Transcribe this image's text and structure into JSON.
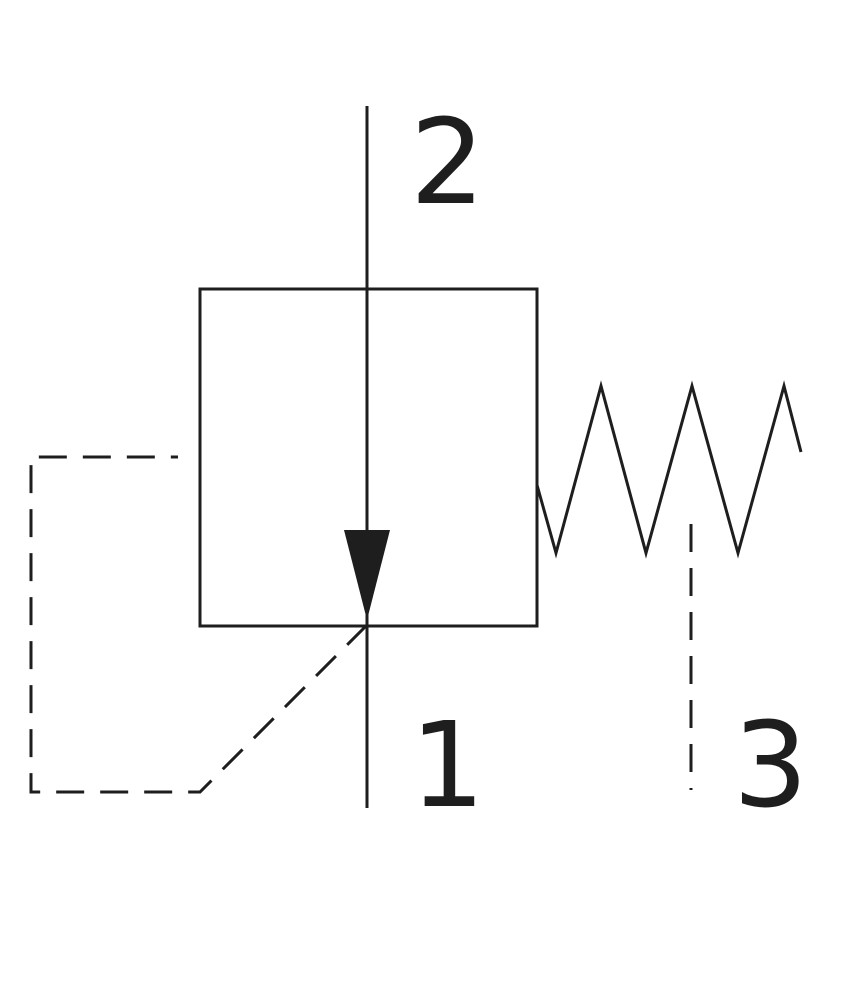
{
  "diagram": {
    "ports": [
      {
        "id": "port-2",
        "label": "2"
      },
      {
        "id": "port-1",
        "label": "1"
      },
      {
        "id": "port-3",
        "label": "3"
      }
    ],
    "colors": {
      "stroke": "#1e1e1e",
      "background": "#ffffff"
    }
  }
}
